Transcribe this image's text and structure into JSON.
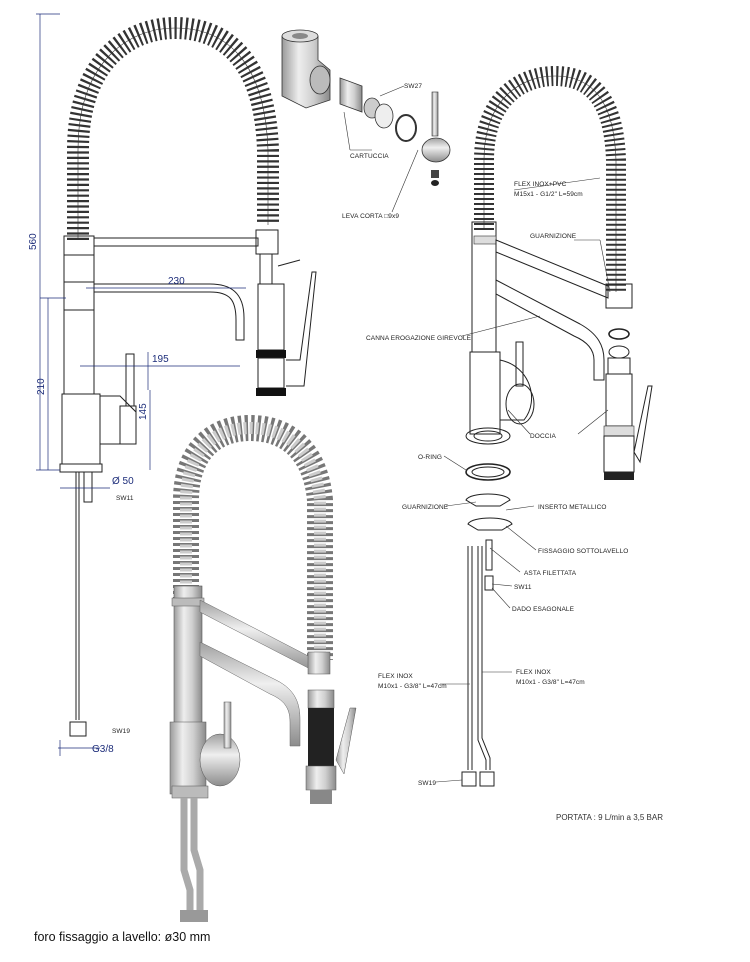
{
  "dimensions": {
    "height_total": "560",
    "spout_reach": "230",
    "spout_reach_lower": "195",
    "base_height": "210",
    "body_height": "145",
    "base_diameter": "Ø 50",
    "thread": "G3/8",
    "key_sw11": "SW11",
    "key_sw19": "SW19"
  },
  "labels": {
    "sw27": "SW27",
    "cartridge": "CARTUCCIA",
    "short_lever": "LEVA CORTA □9x9",
    "flex_inox_pvc": "FLEX INOX+PVC",
    "flex_inox_pvc_spec": "M15x1 - G1/2\" L=59cm",
    "gasket_top": "GUARNIZIONE",
    "swivel_spout": "CANNA EROGAZIONE GIREVOLE",
    "shower": "DOCCIA",
    "o_ring": "O-RING",
    "gasket": "GUARNIZIONE",
    "metal_insert": "INSERTO METALLICO",
    "under_sink_fixing": "FISSAGGIO SOTTOLAVELLO",
    "threaded_rod": "ASTA FILETTATA",
    "sw11": "SW11",
    "hex_nut": "DADO ESAGONALE",
    "flex_left": "FLEX INOX",
    "flex_left_spec": "M10x1 - G3/8\" L=47cm",
    "flex_right": "FLEX INOX",
    "flex_right_spec": "M10x1 - G3/8\" L=47cm",
    "sw19": "SW19"
  },
  "flow_rate": "PORTATA : 9 L/min a 3,5 BAR",
  "footer": "foro fissaggio a lavello: ø30 mm"
}
